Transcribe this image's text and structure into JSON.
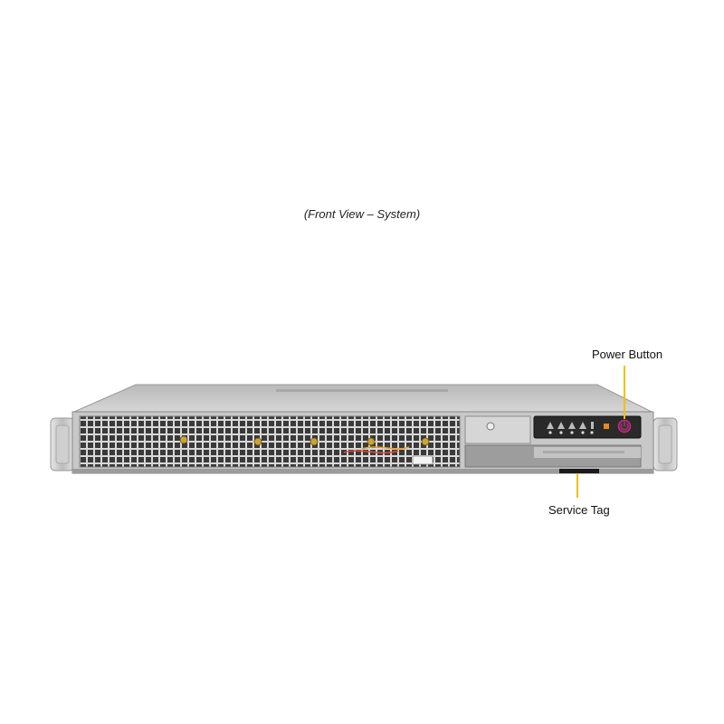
{
  "caption": "(Front View – System)",
  "callouts": {
    "power_button": "Power Button",
    "service_tag": "Service Tag"
  },
  "colors": {
    "callout_line": "#f2c000",
    "chassis": "#c8c8c8",
    "power_led": "#d0208a"
  },
  "icons": [
    "power-icon",
    "led-indicator-icon"
  ]
}
